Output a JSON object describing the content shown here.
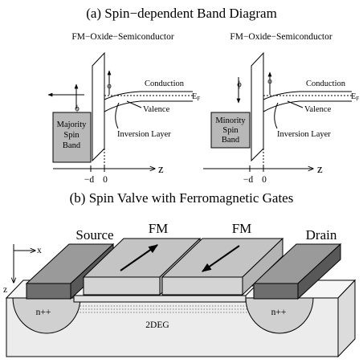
{
  "part_a": {
    "title": "(a) Spin−dependent Band Diagram",
    "left": {
      "heading": "FM−Oxide−Semiconductor",
      "spin_band": [
        "Majority",
        "Spin",
        "Band"
      ],
      "conduction": "Conduction",
      "fermi": "E",
      "fermi_sub": "F",
      "valence": "Valence",
      "inversion": "Inversion Layer",
      "tick_neg_d": "−d",
      "tick_zero": "0",
      "axis": "z",
      "phi": "ϕ"
    },
    "right": {
      "heading": "FM−Oxide−Semiconductor",
      "spin_band": [
        "Minority",
        "Spin",
        "Band"
      ],
      "conduction": "Conduction",
      "fermi": "E",
      "fermi_sub": "F",
      "valence": "Valence",
      "inversion": "Inversion Layer",
      "tick_neg_d": "−d",
      "tick_zero": "0",
      "axis": "z",
      "phi": "ϕ"
    }
  },
  "part_b": {
    "title": "(b) Spin Valve with Ferromagnetic Gates",
    "source": "Source",
    "fm1": "FM",
    "fm2": "FM",
    "drain": "Drain",
    "x_axis": "x",
    "z_axis": "z",
    "n_left": "n++",
    "n_right": "n++",
    "twodeg": "2DEG"
  },
  "colors": {
    "band_gray": "#b8b8b8",
    "electrode_dark": "#6e6e6e",
    "electrode_top": "#9a9a9a",
    "fm_light": "#d4d4d4",
    "fm_top": "#c4c4c4",
    "substrate": "#ececec",
    "oxide": "#f4f4f4"
  }
}
